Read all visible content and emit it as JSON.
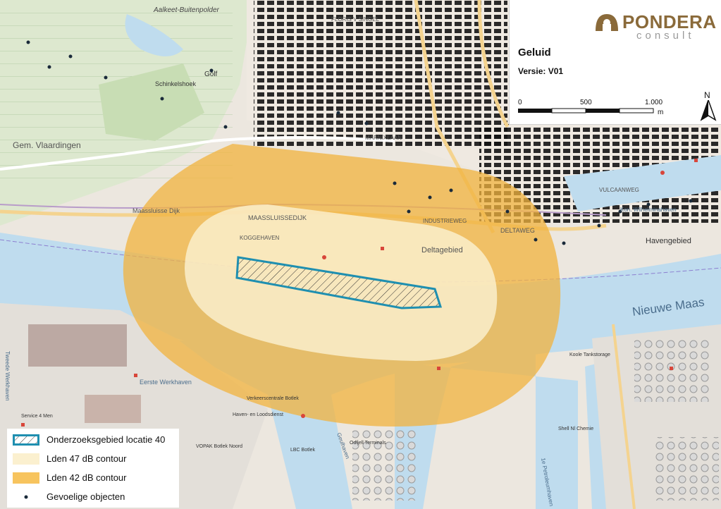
{
  "panel": {
    "logo_word": "PONDERA",
    "logo_sub": "consult",
    "title": "Geluid",
    "version": "Versie: V01",
    "scale_labels": [
      "0",
      "500",
      "1.000"
    ],
    "scale_unit": "m",
    "north": "N"
  },
  "legend": {
    "items": [
      {
        "label": "Onderzoeksgebied locatie 40",
        "swatch": "hatch",
        "color": "#1f8fb0"
      },
      {
        "label": "Lden 47 dB contour",
        "swatch": "fill",
        "color": "#fbf0cf"
      },
      {
        "label": "Lden 42 dB contour",
        "swatch": "fill",
        "color": "#f7c45e"
      },
      {
        "label": "Gevoelige objecten",
        "swatch": "dot",
        "color": "#1a2a3a"
      }
    ]
  },
  "colors": {
    "water": "#bfdcee",
    "land": "#ece7df",
    "polder": "#dde8cf",
    "contour42": "#f2b33d",
    "contour47": "#fbf1d2",
    "study_outline": "#1f8fb0",
    "buildings": "#141414"
  },
  "map_labels": {
    "aalkeet": "Aalkeet-Buitenpolder",
    "vlaardingen": "Gem. Vlaardingen",
    "golf": "Golf",
    "schinkelshoek": "Schinkelshoek",
    "maassluisse_dijk": "Maassluisse Dijk",
    "maassluissedijk": "MAASSLUISSEDIJK",
    "koggehaven": "KOGGEHAVEN",
    "deltagebied": "Deltagebied",
    "deltaweg": "DELTAWEG",
    "industrieweg": "INDUSTRIEWEG",
    "havengebied": "Havengebied",
    "nieuwe_maas": "Nieuwe Maas",
    "eerste_werkhaven": "Eerste Werkhaven",
    "vulcaanweg": "VULCAANWEG",
    "koni_wilhelminahaven": "Kon. Wilhelminahaven",
    "marnixlaan": "MARNIXLAAN",
    "floris": "FLORIS V SINGEL",
    "verkeerscentrale": "Verkeerscentrale Botlek",
    "koole": "Koole Tankstorage",
    "shell": "Shell Nl Chemie",
    "petroleumhaven": "1e Petroleumhaven",
    "geulhaven": "Geulhaven",
    "twende": "Tweede Werkhaven",
    "service": "Service 4 Men",
    "vopak": "VOPAK Botlek Noord",
    "lbc": "LBC Botlek",
    "odfjell": "Odfjell Terminals",
    "havenloods": "Haven- en Loodsdienst"
  }
}
